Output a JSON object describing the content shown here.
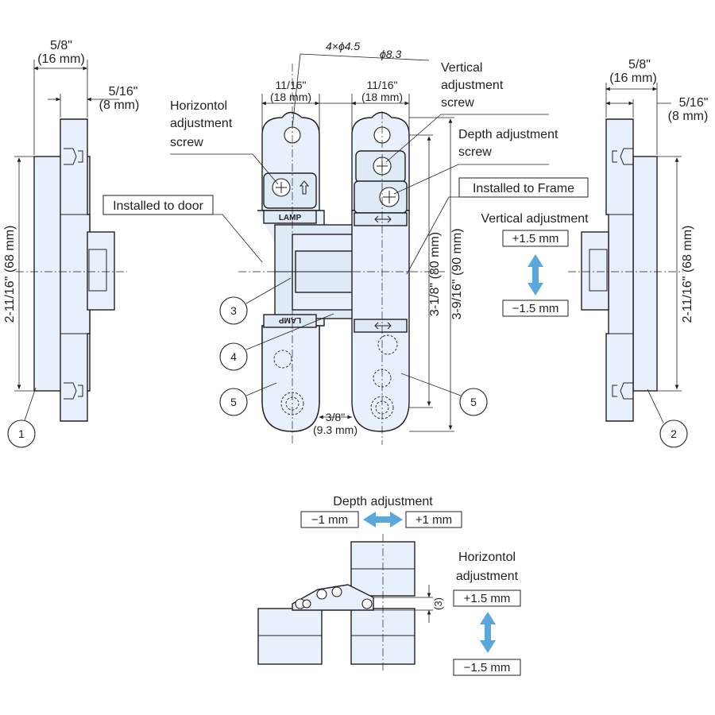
{
  "dimensions": {
    "left_width_in": "5/8\"",
    "left_width_mm": "(16 mm)",
    "left_offset_in": "5/16\"",
    "left_offset_mm": "(8 mm)",
    "left_height": "2-11/16\" (68 mm)",
    "right_width_in": "5/8\"",
    "right_width_mm": "(16 mm)",
    "right_offset_in": "5/16\"",
    "right_offset_mm": "(8 mm)",
    "right_height": "2-11/16\" (68 mm)",
    "holes": "4×ϕ4.5",
    "hole_large": "ϕ8.3",
    "door_width_in": "11/16\"",
    "door_width_mm": "(18 mm)",
    "frame_width_in": "11/16\"",
    "frame_width_mm": "(18 mm)",
    "hole_pitch": "3-1/8\" (80 mm)",
    "overall_height": "3-9/16\" (90 mm)",
    "gap_in": "3/8\"",
    "gap_mm": "(9.3 mm)",
    "offset_3": "(3)"
  },
  "labels": {
    "horizontal_screw": [
      "Horizontol",
      "adjustment",
      "screw"
    ],
    "vertical_screw": [
      "Vertical",
      "adjustment",
      "screw"
    ],
    "depth_screw": [
      "Depth adjustment",
      "screw"
    ],
    "installed_door": "Installed to door",
    "installed_frame": "Installed to Frame",
    "vertical_adjustment": "Vertical adjustment",
    "vertical_plus": "+1.5 mm",
    "vertical_minus": "−1.5 mm",
    "depth_adjustment": "Depth adjustment",
    "depth_minus": "−1 mm",
    "depth_plus": "+1 mm",
    "horizontal_adjustment": [
      "Horizontol",
      "adjustment"
    ],
    "horizontal_plus": "+1.5 mm",
    "horizontal_minus": "−1.5 mm",
    "brand_top": "LAMP",
    "brand_bottom": "LAMP"
  },
  "callouts": [
    "1",
    "2",
    "3",
    "4",
    "5",
    "5"
  ],
  "colors": {
    "part_fill": "#e8f1fb",
    "arrow": "#5aa7dc",
    "line": "#231f20"
  }
}
